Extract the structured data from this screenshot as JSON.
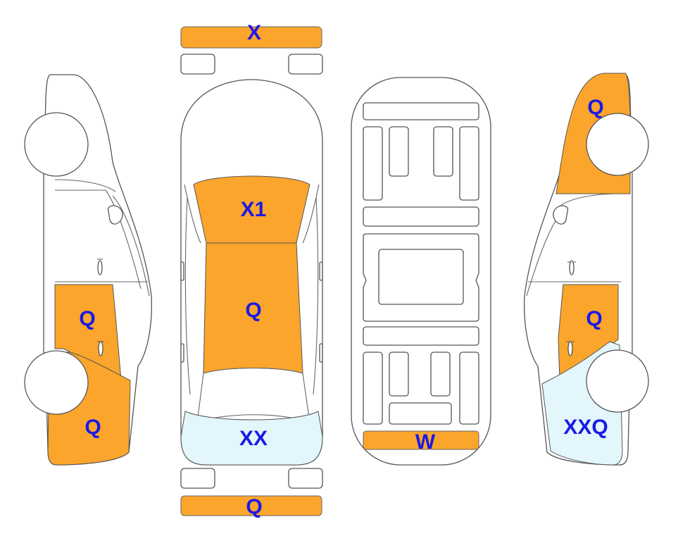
{
  "colors": {
    "damage_orange": "#FBA52C",
    "light_blue": "#E2F6FC",
    "label_blue": "#1A1AE6",
    "outline": "#555555"
  },
  "labels": {
    "front_bumper": "X",
    "hood": "X1",
    "roof": "Q",
    "trunk_lid": "XX",
    "rear_bumper": "Q",
    "underbody_rear": "W",
    "left_rear_door": "Q",
    "left_rear_quarter": "Q",
    "right_front_fender": "Q",
    "right_rear_door": "Q",
    "right_rear_quarter": "XXQ"
  }
}
